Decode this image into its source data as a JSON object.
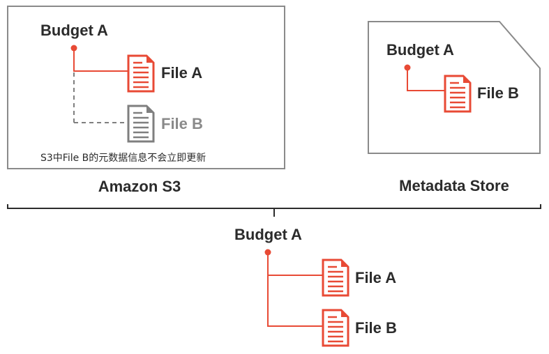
{
  "colors": {
    "accent": "#e84a35",
    "muted": "#7f7f7f",
    "text": "#2b2b2b",
    "box_border": "#8a8a8a"
  },
  "s3_panel": {
    "title": "Amazon S3",
    "root": "Budget A",
    "files": [
      {
        "name": "File A",
        "state": "present"
      },
      {
        "name": "File B",
        "state": "pending"
      }
    ],
    "note": "S3中File B的元数据信息不会立即更新"
  },
  "metadata_panel": {
    "title": "Metadata Store",
    "root": "Budget A",
    "files": [
      {
        "name": "File B",
        "state": "present"
      }
    ]
  },
  "merged": {
    "root": "Budget A",
    "files": [
      {
        "name": "File A"
      },
      {
        "name": "File B"
      }
    ]
  }
}
